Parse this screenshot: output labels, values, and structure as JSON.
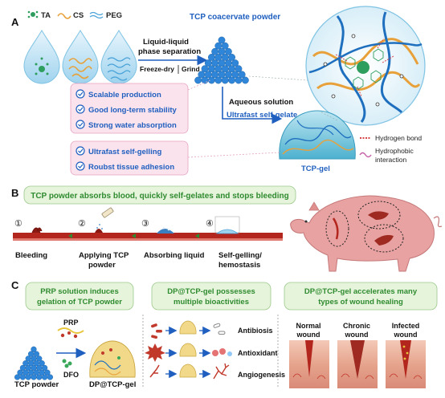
{
  "colors": {
    "accent_blue": "#1f5fbf",
    "accent_green": "#2f8b2f",
    "panel_pink": "#fbe3ee",
    "panel_green": "#e6f4dc",
    "tcp_blue": "#2f86d9",
    "chitosan": "#e8a13a",
    "tannic_acid": "#2e9e5e",
    "peg": "#4aa3d8",
    "blood_red": "#b3261e",
    "pig_pink": "#e9a2a2"
  },
  "panel_a": {
    "label": "A",
    "legend": {
      "ta": "TA",
      "cs": "CS",
      "peg": "PEG"
    },
    "process": {
      "title_line1": "Liquid-liquid",
      "title_line2": "phase separation",
      "step1": "Freeze-dry",
      "step2": "Grind"
    },
    "powder_title": "TCP coacervate powder",
    "aqueous": "Aqueous solution",
    "self_gelate": "Ultrafast self-gelate",
    "gel_label": "TCP-gel",
    "features_top": [
      "Scalable production",
      "Good long-term stability",
      "Strong water absorption"
    ],
    "features_bottom": [
      "Ultrafast self-gelling",
      "Roubst tissue adhesion"
    ],
    "interaction_legend": {
      "hbond": "Hydrogen bond",
      "hydrophobic_line1": "Hydrophobic",
      "hydrophobic_line2": "interaction"
    }
  },
  "panel_b": {
    "label": "B",
    "banner": "TCP powder absorbs blood, quickly self-gelates and stops bleeding",
    "steps": [
      {
        "num": "①",
        "line1": "Bleeding",
        "line2": ""
      },
      {
        "num": "②",
        "line1": "Applying TCP",
        "line2": "powder"
      },
      {
        "num": "③",
        "line1": "Absorbing liquid",
        "line2": ""
      },
      {
        "num": "④",
        "line1": "Self-gelling/",
        "line2": "hemostasis"
      }
    ]
  },
  "panel_c": {
    "label": "C",
    "box1_line1": "PRP solution induces",
    "box1_line2": "gelation of TCP powder",
    "box2_line1": "DP@TCP-gel possesses",
    "box2_line2": "multiple bioactivities",
    "box3_line1": "DP@TCP-gel accelerates many",
    "box3_line2": "types of wound healing",
    "prp": "PRP",
    "dfo": "DFO",
    "tcp_powder": "TCP powder",
    "dp_gel": "DP@TCP-gel",
    "activities": [
      "Antibiosis",
      "Antioxidant",
      "Angiogenesis"
    ],
    "wounds": [
      {
        "line1": "Normal",
        "line2": "wound"
      },
      {
        "line1": "Chronic",
        "line2": "wound"
      },
      {
        "line1": "Infected",
        "line2": "wound"
      }
    ]
  }
}
